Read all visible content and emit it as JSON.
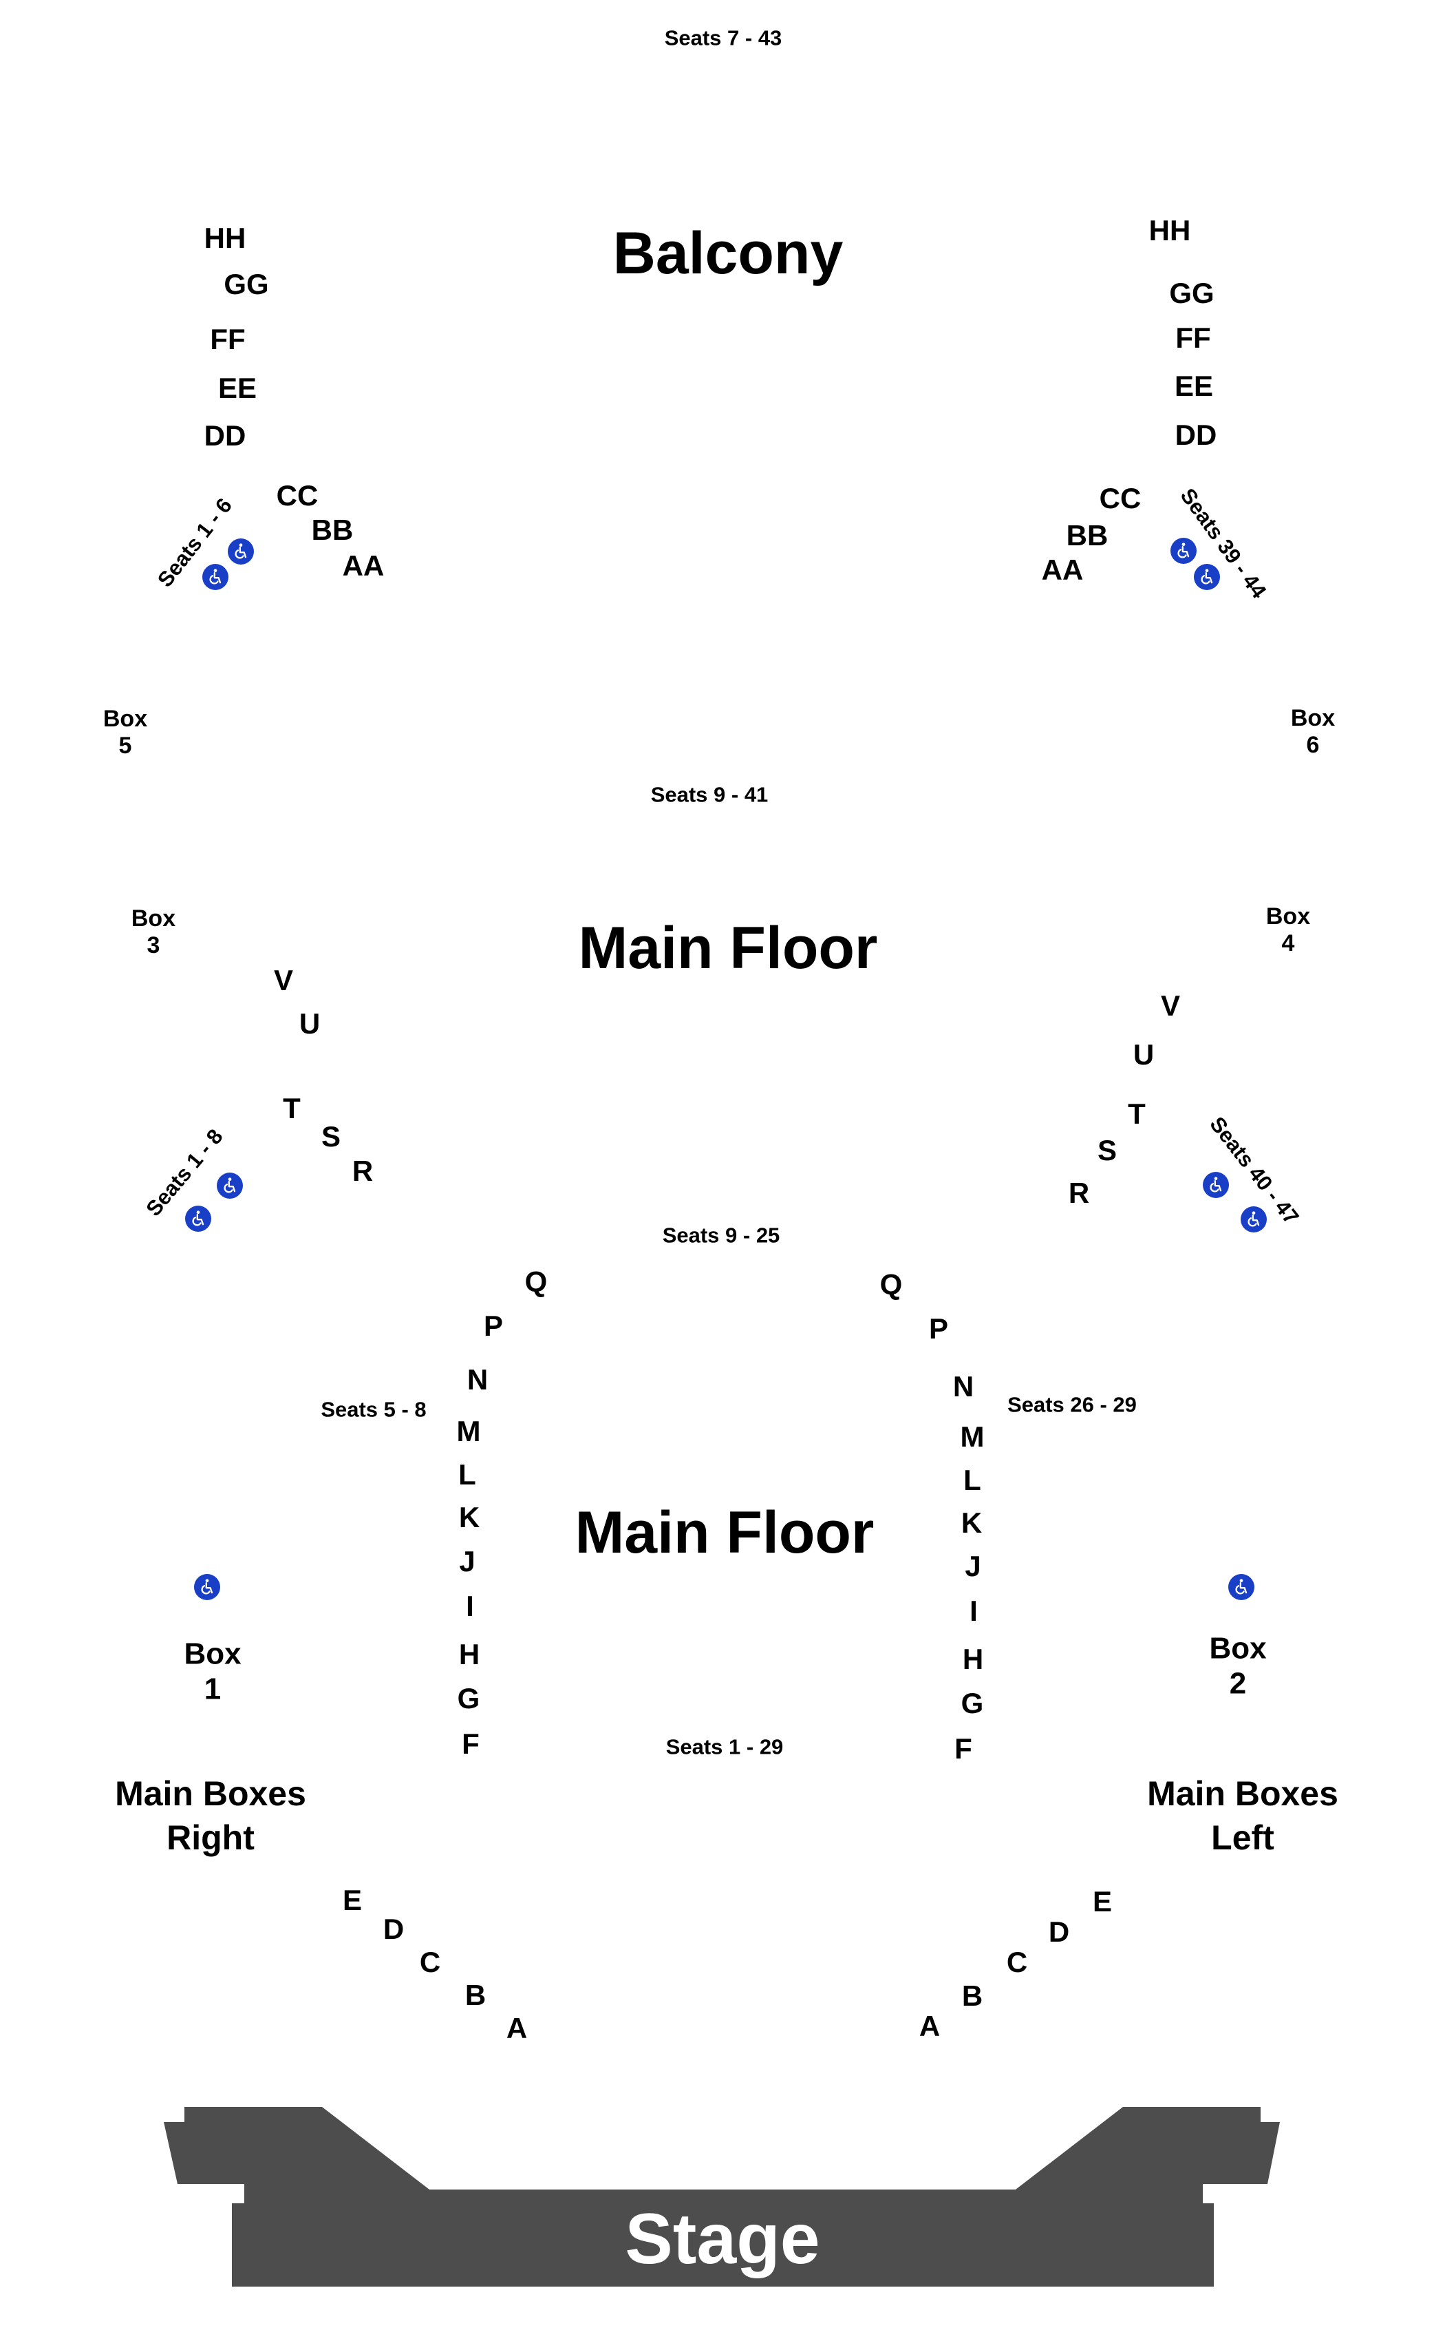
{
  "sections": {
    "balcony": "Balcony",
    "main_floor_upper": "Main Floor",
    "main_floor_lower": "Main Floor",
    "stage": "Stage"
  },
  "seat_ranges": {
    "balcony_top": "Seats 7 - 43",
    "balcony_left": "Seats 1 - 6",
    "balcony_right": "Seats 39 - 44",
    "main_upper_top": "Seats 9 - 41",
    "main_upper_left": "Seats 1 - 8",
    "main_upper_right": "Seats 40 - 47",
    "main_lower_top": "Seats 9 - 25",
    "main_lower_left": "Seats 5 - 8",
    "main_lower_right": "Seats 26 - 29",
    "main_lower_bottom": "Seats 1 -  29"
  },
  "boxes": {
    "box5": [
      "Box",
      "5"
    ],
    "box6": [
      "Box",
      "6"
    ],
    "box3": [
      "Box",
      "3"
    ],
    "box4": [
      "Box",
      "4"
    ],
    "box1": [
      "Box",
      "1"
    ],
    "box2": [
      "Box",
      "2"
    ],
    "main_boxes_right": [
      "Main Boxes",
      "Right"
    ],
    "main_boxes_left": [
      "Main Boxes",
      "Left"
    ]
  },
  "rows": {
    "balcony_left": [
      "HH",
      "GG",
      "FF",
      "EE",
      "DD",
      "CC",
      "BB",
      "AA"
    ],
    "balcony_right": [
      "HH",
      "GG",
      "FF",
      "EE",
      "DD",
      "CC",
      "BB",
      "AA"
    ],
    "main_upper_left": [
      "V",
      "U",
      "T",
      "S",
      "R"
    ],
    "main_upper_right": [
      "V",
      "U",
      "T",
      "S",
      "R"
    ],
    "main_lower_left": [
      "Q",
      "P",
      "N",
      "M",
      "L",
      "K",
      "J",
      "I",
      "H",
      "G",
      "F"
    ],
    "main_lower_right": [
      "Q",
      "P",
      "N",
      "M",
      "L",
      "K",
      "J",
      "I",
      "H",
      "G",
      "F"
    ],
    "front_left": [
      "E",
      "D",
      "C",
      "B",
      "A"
    ],
    "front_right": [
      "E",
      "D",
      "C",
      "B",
      "A"
    ]
  },
  "icons": {
    "accessible": "wheelchair-accessible-icon"
  },
  "colors": {
    "stage": "#4d4d4d",
    "accessible": "#1a3fc7",
    "text": "#000000"
  }
}
